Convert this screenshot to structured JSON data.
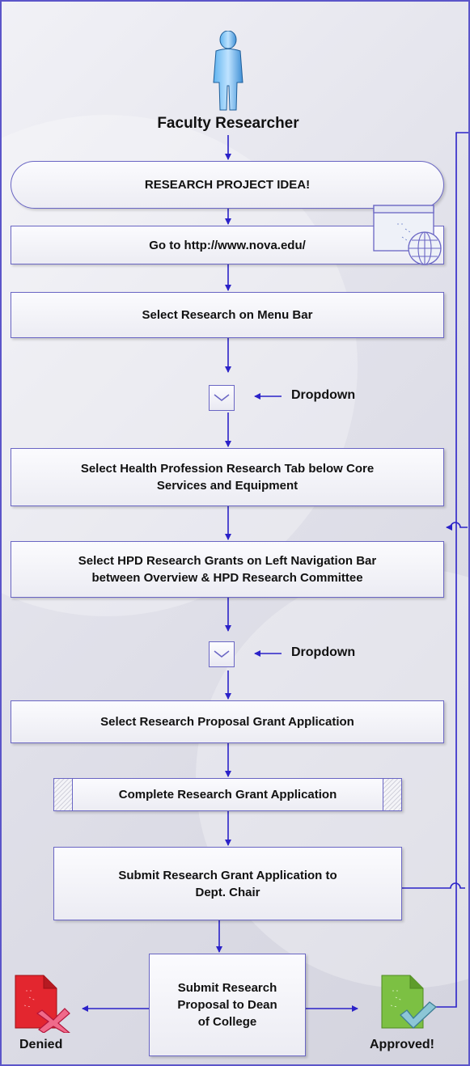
{
  "actor": {
    "label": "Faculty Researcher",
    "icon": "person-icon"
  },
  "steps": {
    "idea": "RESEARCH PROJECT IDEA!",
    "website": "Go to http://www.nova.edu/",
    "menu": "Select Research on Menu Bar",
    "tab_line1": "Select Health Profession Research Tab below Core",
    "tab_line2": "Services and Equipment",
    "grants_line1": "Select HPD Research Grants on Left Navigation Bar",
    "grants_line2": "between Overview & HPD Research Committee",
    "proposal": "Select Research Proposal Grant Application",
    "complete": "Complete Research Grant Application",
    "submit_chair_line1": "Submit Research Grant Application to",
    "submit_chair_line2": "Dept. Chair",
    "dean_line1": "Submit Research",
    "dean_line2": "Proposal to Dean",
    "dean_line3": "of College"
  },
  "dropdowns": [
    {
      "label": "Dropdown",
      "icon": "chevron-down-icon"
    },
    {
      "label": "Dropdown",
      "icon": "chevron-down-icon"
    }
  ],
  "outcomes": {
    "denied": {
      "label": "Denied",
      "icon": "denied-document-icon"
    },
    "approved": {
      "label": "Approved!",
      "icon": "approved-document-icon"
    }
  },
  "website_icon": "web-page-icon",
  "colors": {
    "connector": "#2b22c8",
    "border": "#5b55c9",
    "denied": "#e0202a",
    "approved": "#7cc043"
  }
}
